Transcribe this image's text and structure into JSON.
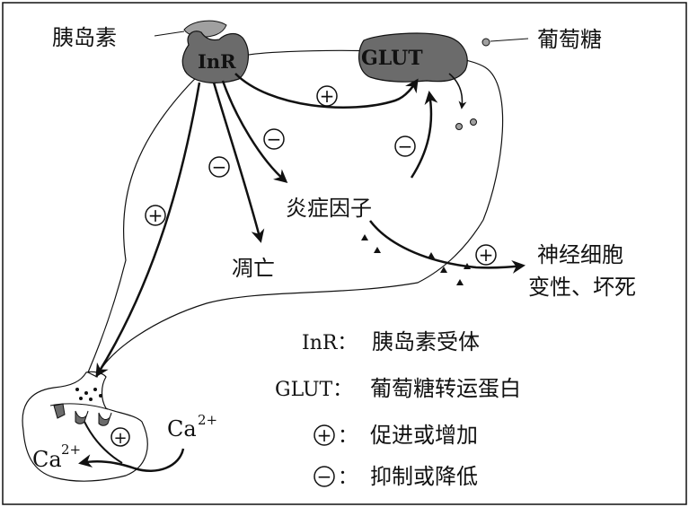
{
  "labels": {
    "insulin": "胰岛素",
    "inr": "InR",
    "glut": "GLUT",
    "glucose": "葡萄糖",
    "inflammatory": "炎症因子",
    "apoptosis": "凋亡",
    "neuron_line1": "神经细胞",
    "neuron_line2": "变性、坏死",
    "ca_top": "Ca",
    "ca_top_sup": "2+",
    "ca_left": "Ca",
    "ca_left_sup": "2+"
  },
  "signs": {
    "plus": "+",
    "minus": "−"
  },
  "legend": {
    "inr_key": "InR：",
    "inr_text": "胰岛素受体",
    "glut_key": "GLUT：",
    "glut_text": "葡萄糖转运蛋白",
    "plus_key": "：",
    "plus_text": "促进或增加",
    "minus_key": "：",
    "minus_text": "抑制或降低"
  },
  "colors": {
    "receptor_fill": "#6b6b6b",
    "light_fill": "#a0a0a0",
    "stroke": "#111111"
  }
}
